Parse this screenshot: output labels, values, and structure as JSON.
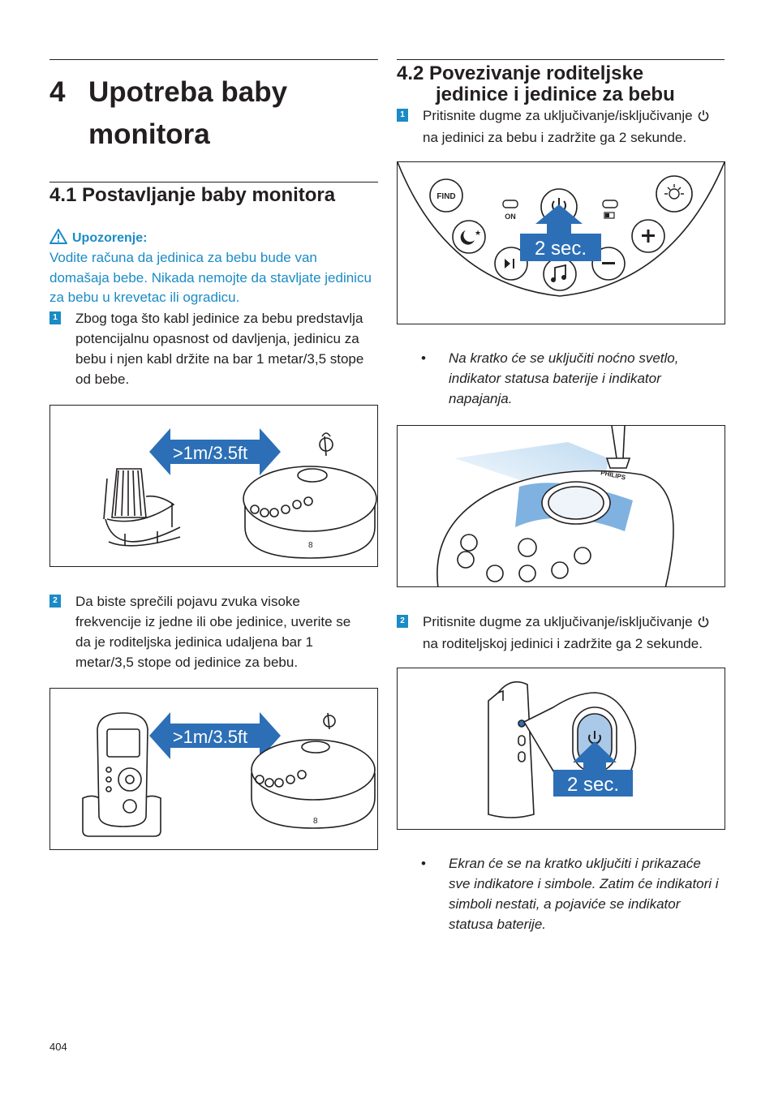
{
  "chapter": {
    "number": "4",
    "title": "Upotreba baby monitora"
  },
  "section1": {
    "title": "4.1 Postavljanje baby monitora",
    "warning_title": "Upozorenje:",
    "warning_text": "Vodite računa da jedinica za bebu bude van domašaja bebe. Nikada nemojte da stavljate jedinicu za bebu u krevetac ili ogradicu.",
    "step1_num": "1",
    "step1_text": "Zbog toga što kabl jedinice za bebu predstavlja potencijalnu opasnost od davljenja, jedinicu za bebu i njen kabl držite na bar 1 metar/3,5 stope od bebe.",
    "fig1_label": ">1m/3.5ft",
    "step2_num": "2",
    "step2_text": "Da biste sprečili pojavu zvuka visoke frekvencije iz jedne ili obe jedinice, uverite se da je roditeljska jedinica udaljena bar 1 metar/3,5 stope od jedinice za bebu.",
    "fig2_label": ">1m/3.5ft"
  },
  "section2": {
    "title_line1": "4.2 Povezivanje roditeljske",
    "title_line2": "jedinice i jedinice za bebu",
    "step1_num": "1",
    "step1_text": "Pritisnite dugme za uključivanje/isključivanje",
    "step1_text2": "na jedinici za bebu i zadržite ga 2 sekunde.",
    "fig3": {
      "find": "FIND",
      "on": "ON",
      "sec": "2 sec."
    },
    "bullet1": "Na kratko će se uključiti noćno svetlo, indikator statusa baterije i indikator napajanja.",
    "fig4_brand": "PHILIPS",
    "step2_num": "2",
    "step2_text": "Pritisnite dugme za uključivanje/isključivanje",
    "step2_text2": "na roditeljskoj jedinici i zadržite ga 2 sekunde.",
    "fig5_sec": "2 sec.",
    "bullet2": "Ekran će se na kratko uključiti i prikazaće sve indikatore i simbole. Zatim će indikatori i simboli nestati, a pojaviće se indikator statusa baterije."
  },
  "bullet_symbol": "•",
  "page_number": "404",
  "colors": {
    "accent": "#1a8bc6",
    "text": "#231f20",
    "arrow": "#2c6fb6"
  }
}
